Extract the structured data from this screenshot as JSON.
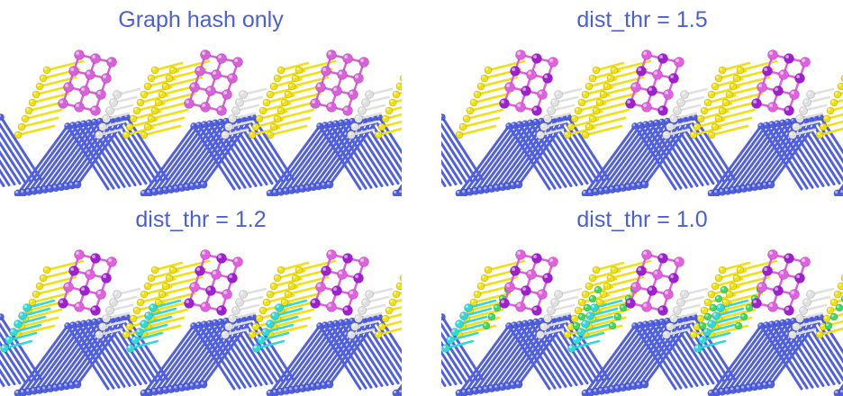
{
  "panels": [
    {
      "title": "Graph hash only",
      "top_atoms": "#d860d8",
      "mid_atoms": "#f0e010",
      "low_atoms": "#e0e0e0",
      "extra_atoms": "",
      "green_atoms": ""
    },
    {
      "title": "dist_thr = 1.5",
      "top_atoms": "#a020d0",
      "top_atoms_b": "#e060e0",
      "mid_atoms": "#f0e010",
      "low_atoms": "#e0e0e0",
      "extra_atoms": "",
      "green_atoms": ""
    },
    {
      "title": "dist_thr = 1.2",
      "top_atoms": "#a020d0",
      "top_atoms_b": "#e060e0",
      "mid_atoms": "#f0e010",
      "low_atoms": "#e0e0e0",
      "extra_atoms": "#30d8d8",
      "green_atoms": ""
    },
    {
      "title": "dist_thr = 1.0",
      "top_atoms": "#a020d0",
      "top_atoms_b": "#e060e0",
      "mid_atoms": "#f0e010",
      "low_atoms": "#e0e0e0",
      "extra_atoms": "#30d8d8",
      "green_atoms": "#40d860"
    }
  ],
  "colors": {
    "base_atoms": "#5060e0",
    "title_text": "#4a5fd6"
  }
}
